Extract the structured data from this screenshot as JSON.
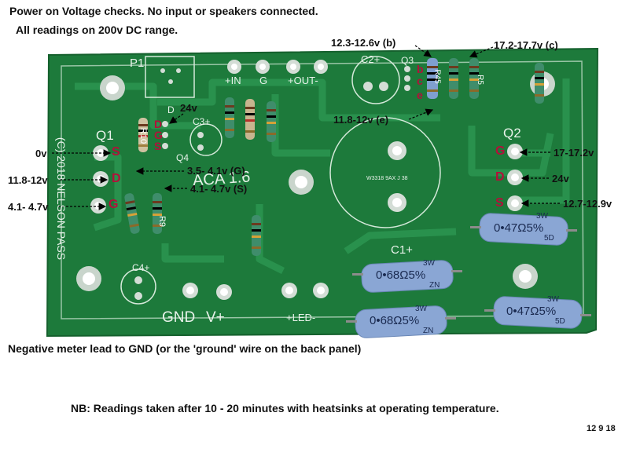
{
  "header": {
    "line1": "Power on Voltage checks. No input or speakers connected.",
    "line2": "All readings on 200v DC range."
  },
  "pcb": {
    "silkscreen": {
      "p1": "P1",
      "q1": "Q1",
      "q2": "Q2",
      "q3": "Q3",
      "q4": "Q4",
      "r10": "R10",
      "r9": "R9",
      "r45": "R45",
      "r5": "R5",
      "c3": "C3+",
      "c2": "C2+",
      "c1": "C1+",
      "c4": "C4+",
      "in": "+IN",
      "g": "G",
      "out": "+OUT-",
      "aca": "ACA 1.6",
      "copyright": "(C) 2018 NELSON PASS",
      "gnd": "GND",
      "vplus": "V+",
      "led": "+LED-",
      "d_q4": "D",
      "lcr": "W3318 9AX J 38"
    },
    "resistor_big": {
      "value": "0•68Ω5%",
      "value2": "0•47Ω5%",
      "watt": "3W",
      "code_a": "ZN",
      "code_b": "5D"
    },
    "pin_letters": {
      "s": "S",
      "d": "D",
      "g": "G",
      "b": "b",
      "c": "c",
      "e": "e"
    }
  },
  "annotations": {
    "q4_d": "24v",
    "q4_g": "3.5- 4.1v (G)",
    "q4_s": "4.1- 4.7v (S)",
    "q1_s": "0v",
    "q1_d": "11.8-12v",
    "q1_g": "4.1- 4.7v",
    "q3_b": "12.3-12.6v (b)",
    "q3_c": "17.2-17.7v (c)",
    "q3_e": "11.8-12v (e)",
    "q2_g": "17-17.2v",
    "q2_d": "24v",
    "q2_s": "12.7-12.9v"
  },
  "footer": {
    "meter_note": "Negative meter lead to GND (or the 'ground' wire on the back panel)",
    "nb": "NB: Readings taken after 10 - 20 minutes with heatsinks at operating temperature.",
    "date": "12 9 18"
  },
  "colors": {
    "pcb": "#1e7a3c",
    "pcb_trace": "#238a45",
    "silkscreen": "#e8f2ea",
    "pin_letter": "#b3103a",
    "resistor_blue": "#7f9fcf"
  }
}
